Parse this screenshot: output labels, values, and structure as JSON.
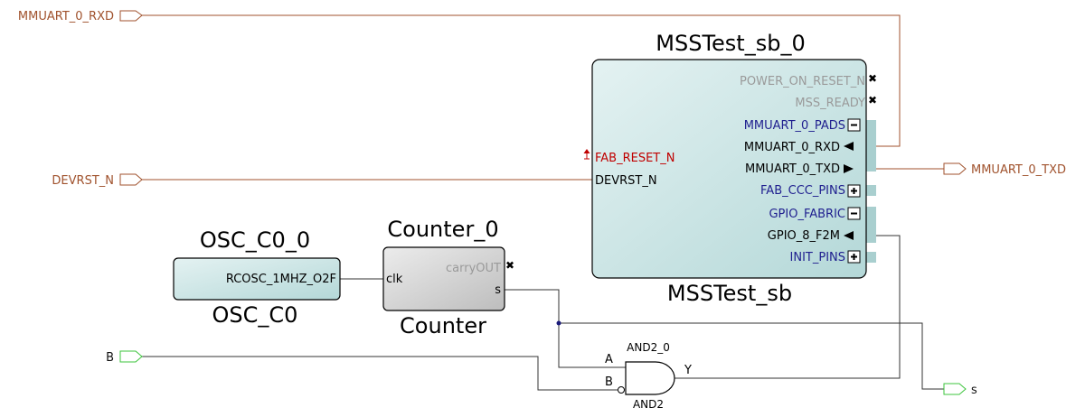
{
  "ports": {
    "mmuart_rxd_in": "MMUART_0_RXD",
    "devrst_n": "DEVRST_N",
    "b": "B",
    "mmuart_txd_out": "MMUART_0_TXD",
    "s_out": "s"
  },
  "mss": {
    "instance": "MSSTest_sb_0",
    "component": "MSSTest_sb",
    "pins_right": {
      "power_on_reset": "POWER_ON_RESET_N",
      "mss_ready": "MSS_READY",
      "mmuart_pads": "MMUART_0_PADS",
      "mmuart_rxd": "MMUART_0_RXD",
      "mmuart_txd": "MMUART_0_TXD",
      "fab_ccc_pins": "FAB_CCC_PINS",
      "gpio_fabric": "GPIO_FABRIC",
      "gpio_8_f2m": "GPIO_8_F2M",
      "init_pins": "INIT_PINS"
    },
    "pins_left": {
      "fab_reset": "FAB_RESET_N",
      "devrst": "DEVRST_N"
    }
  },
  "osc": {
    "instance": "OSC_C0_0",
    "component": "OSC_C0",
    "pin": "RCOSC_1MHZ_O2F"
  },
  "counter": {
    "instance": "Counter_0",
    "component": "Counter",
    "pin_clk": "clk",
    "pin_carry": "carryOUT",
    "pin_s": "s"
  },
  "and_gate": {
    "instance": "AND2_0",
    "component": "AND2",
    "pin_a": "A",
    "pin_b": "B",
    "pin_y": "Y"
  },
  "colors": {
    "block_fill": "#cfe6e6",
    "counter_fill": "#d9d9d9",
    "port_brown": "#a0522d",
    "port_green": "#3cc43c",
    "bus_text": "#1f1f8f"
  }
}
